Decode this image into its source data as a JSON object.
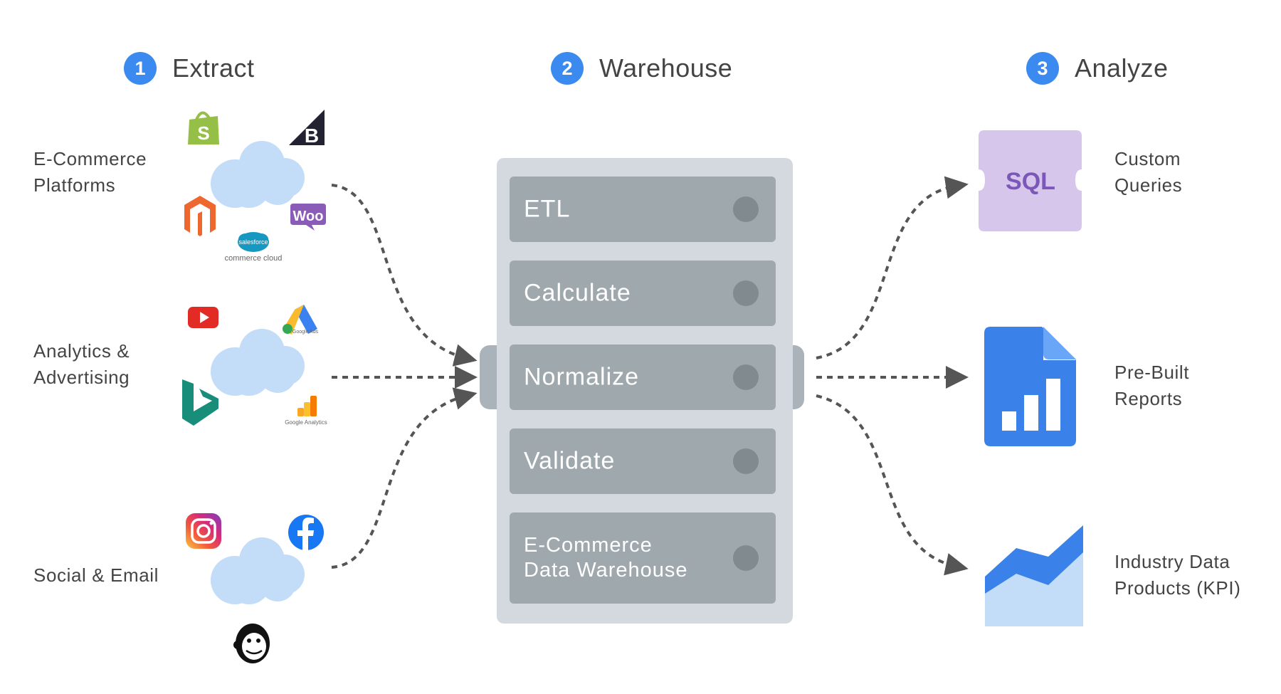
{
  "stages": [
    {
      "number": "1",
      "title": "Extract"
    },
    {
      "number": "2",
      "title": "Warehouse"
    },
    {
      "number": "3",
      "title": "Analyze"
    }
  ],
  "sources": [
    {
      "line1": "E-Commerce",
      "line2": "Platforms"
    },
    {
      "line1": "Analytics &",
      "line2": "Advertising"
    },
    {
      "line1": "Social & Email",
      "line2": ""
    }
  ],
  "logos": {
    "salesforce_badge": "salesforce",
    "salesforce_caption": "commerce cloud",
    "woo": "Woo",
    "bigcommerce": "B",
    "shopify": "S",
    "google_ads": "Google Ads",
    "google_analytics": "Google Analytics"
  },
  "warehouse_steps": [
    {
      "line1": "ETL",
      "line2": ""
    },
    {
      "line1": "Calculate",
      "line2": ""
    },
    {
      "line1": "Normalize",
      "line2": ""
    },
    {
      "line1": "Validate",
      "line2": ""
    },
    {
      "line1": "E-Commerce",
      "line2": "Data Warehouse"
    }
  ],
  "outputs": [
    {
      "icon_text": "SQL",
      "line1": "Custom",
      "line2": "Queries"
    },
    {
      "line1": "Pre-Built",
      "line2": "Reports"
    },
    {
      "line1": "Industry Data",
      "line2": "Products (KPI)"
    }
  ],
  "colors": {
    "badge": "#3b8af0",
    "cloud": "#c3dcf8",
    "server_body": "#d3d9df",
    "step": "#9fa8ad",
    "sql_card": "#d6c6ec",
    "sql_text": "#7a57b8",
    "report_blue": "#3a82ea",
    "arrow": "#555555"
  }
}
